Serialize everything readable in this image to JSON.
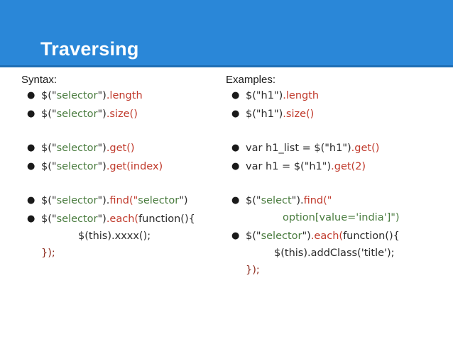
{
  "slide": {
    "title": "Traversing",
    "header_color": "#2a87d8",
    "header_border_color": "#1f6fb5",
    "title_color": "#ffffff",
    "background_color": "#ffffff"
  },
  "syntax_colors": {
    "plain": "#2b2b2b",
    "string": "#4a7c3f",
    "method": "#c0392b",
    "closing": "#8f2f22"
  },
  "columns": {
    "left": {
      "heading": "Syntax:",
      "items": [
        {
          "bullet": true,
          "lines": [
            {
              "indent": 0,
              "tokens": [
                {
                  "t": "$(\"",
                  "c": "plain"
                },
                {
                  "t": "selector",
                  "c": "str"
                },
                {
                  "t": "\")",
                  "c": "plain"
                },
                {
                  "t": ".length",
                  "c": "method"
                }
              ]
            }
          ]
        },
        {
          "bullet": true,
          "lines": [
            {
              "indent": 0,
              "tokens": [
                {
                  "t": "$(\"",
                  "c": "plain"
                },
                {
                  "t": "selector",
                  "c": "str"
                },
                {
                  "t": "\")",
                  "c": "plain"
                },
                {
                  "t": ".size()",
                  "c": "method"
                }
              ]
            }
          ]
        },
        {
          "spacer": true
        },
        {
          "bullet": true,
          "lines": [
            {
              "indent": 0,
              "tokens": [
                {
                  "t": "$(\"",
                  "c": "plain"
                },
                {
                  "t": "selector",
                  "c": "str"
                },
                {
                  "t": "\")",
                  "c": "plain"
                },
                {
                  "t": ".get()",
                  "c": "method"
                }
              ]
            }
          ]
        },
        {
          "bullet": true,
          "lines": [
            {
              "indent": 0,
              "tokens": [
                {
                  "t": "$(\"",
                  "c": "plain"
                },
                {
                  "t": "selector",
                  "c": "str"
                },
                {
                  "t": "\")",
                  "c": "plain"
                },
                {
                  "t": ".get(index)",
                  "c": "method"
                }
              ]
            }
          ]
        },
        {
          "spacer": true
        },
        {
          "bullet": true,
          "lines": [
            {
              "indent": 0,
              "tokens": [
                {
                  "t": "$(\"",
                  "c": "plain"
                },
                {
                  "t": "selector",
                  "c": "str"
                },
                {
                  "t": "\").",
                  "c": "plain"
                },
                {
                  "t": "find(\"",
                  "c": "method"
                },
                {
                  "t": "selector",
                  "c": "str"
                },
                {
                  "t": "\")",
                  "c": "plain"
                }
              ]
            }
          ]
        },
        {
          "bullet": true,
          "lines": [
            {
              "indent": 0,
              "tokens": [
                {
                  "t": "$(\"",
                  "c": "plain"
                },
                {
                  "t": "selector",
                  "c": "str"
                },
                {
                  "t": "\")",
                  "c": "plain"
                },
                {
                  "t": ".each(",
                  "c": "method"
                },
                {
                  "t": "function(){",
                  "c": "plain"
                }
              ]
            },
            {
              "indent": 2,
              "tokens": [
                {
                  "t": "$(this).xxxx();",
                  "c": "plain"
                }
              ]
            },
            {
              "indent": 0,
              "tokens": [
                {
                  "t": "});",
                  "c": "close"
                }
              ]
            }
          ]
        }
      ]
    },
    "right": {
      "heading": "Examples:",
      "items": [
        {
          "bullet": true,
          "lines": [
            {
              "indent": 0,
              "tokens": [
                {
                  "t": "$(\"h1\")",
                  "c": "plain"
                },
                {
                  "t": ".length",
                  "c": "method"
                }
              ]
            }
          ]
        },
        {
          "bullet": true,
          "lines": [
            {
              "indent": 0,
              "tokens": [
                {
                  "t": "$(\"h1\")",
                  "c": "plain"
                },
                {
                  "t": ".size()",
                  "c": "method"
                }
              ]
            }
          ]
        },
        {
          "spacer": true
        },
        {
          "bullet": true,
          "lines": [
            {
              "indent": 0,
              "tokens": [
                {
                  "t": "var h1_list = $(\"h1\")",
                  "c": "plain"
                },
                {
                  "t": ".get()",
                  "c": "method"
                }
              ]
            }
          ]
        },
        {
          "bullet": true,
          "lines": [
            {
              "indent": 0,
              "tokens": [
                {
                  "t": "var h1 = $(\"h1\")",
                  "c": "plain"
                },
                {
                  "t": ".get(2)",
                  "c": "method"
                }
              ]
            }
          ]
        },
        {
          "spacer": true
        },
        {
          "bullet": true,
          "lines": [
            {
              "indent": 0,
              "tokens": [
                {
                  "t": "$(\"",
                  "c": "plain"
                },
                {
                  "t": "select",
                  "c": "str"
                },
                {
                  "t": "\").",
                  "c": "plain"
                },
                {
                  "t": "find(\"",
                  "c": "method"
                }
              ]
            },
            {
              "indent": 2,
              "tokens": [
                {
                  "t": "option[value='india']\")",
                  "c": "str"
                }
              ]
            }
          ]
        },
        {
          "bullet": true,
          "lines": [
            {
              "indent": 0,
              "tokens": [
                {
                  "t": "$(\"",
                  "c": "plain"
                },
                {
                  "t": "selector",
                  "c": "str"
                },
                {
                  "t": "\")",
                  "c": "plain"
                },
                {
                  "t": ".each(",
                  "c": "method"
                },
                {
                  "t": "function(){",
                  "c": "plain"
                }
              ]
            },
            {
              "indent": 1,
              "tokens": [
                {
                  "t": "$(this).addClass('title');",
                  "c": "plain"
                }
              ]
            },
            {
              "indent": 0,
              "tokens": [
                {
                  "t": "});",
                  "c": "close"
                }
              ]
            }
          ]
        }
      ]
    }
  },
  "icons": {
    "bullet": "bullet-dot"
  }
}
